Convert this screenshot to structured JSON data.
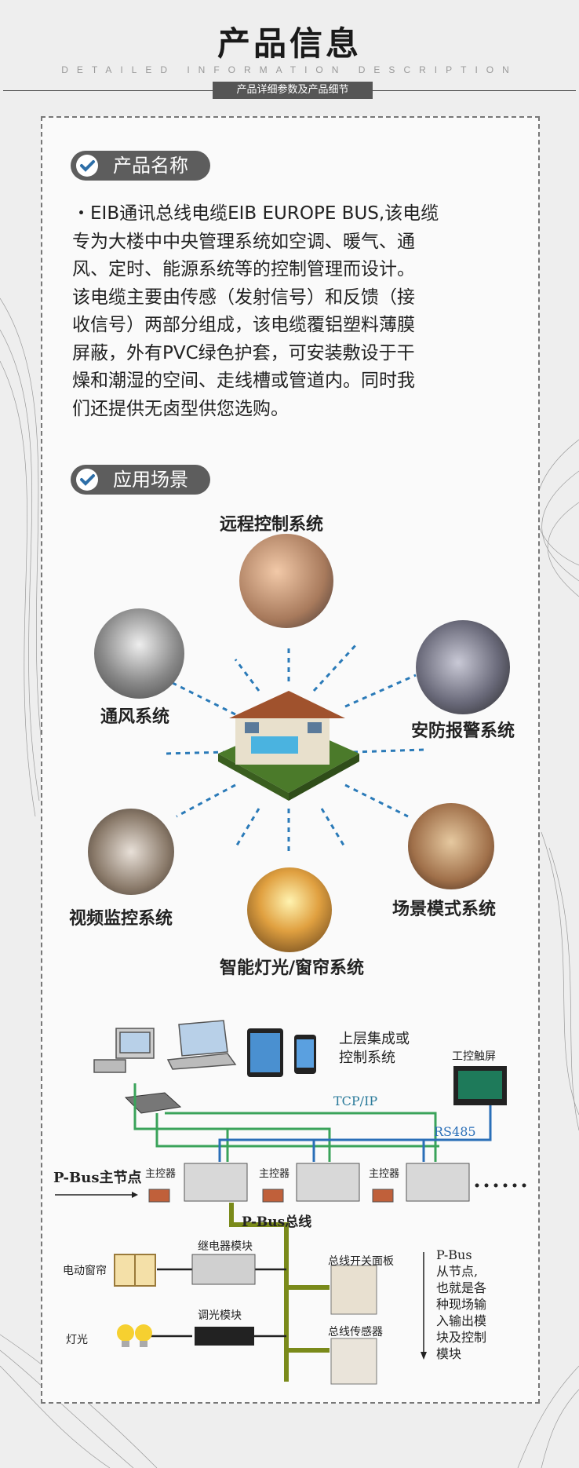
{
  "header": {
    "title": "产品信息",
    "subtitle": "DETAILED INFORMATION DESCRIPTION",
    "tagline": "产品详细参数及产品细节"
  },
  "section1": {
    "heading": "产品名称",
    "paragraph_lines": [
      "・EIB通讯总线电缆EIB EUROPE BUS,该电缆",
      "专为大楼中中央管理系统如空调、暖气、通",
      "风、定时、能源系统等的控制管理而设计。",
      "该电缆主要由传感（发射信号）和反馈（接",
      "收信号）两部分组成，该电缆覆铝塑料薄膜",
      "屏蔽，外有PVC绿色护套，可安装敷设于干",
      "燥和潮湿的空间、走线槽或管道内。同时我",
      "们还提供无卤型供您选购。"
    ]
  },
  "section2": {
    "heading": "应用场景",
    "apps": {
      "remote": "远程控制系统",
      "ventilation": "通风系统",
      "security": "安防报警系统",
      "video": "视频监控系统",
      "scene": "场景模式系统",
      "lighting": "智能灯光/窗帘系统"
    }
  },
  "network": {
    "upper": "上层集成或\n控制系统",
    "touchscreen": "工控触屏",
    "tcpip": "TCP/IP",
    "rs485": "RS485",
    "pbus_master": "P-Bus主节点",
    "controller": "主控器",
    "pbus_line": "P-Bus总线",
    "relay": "继电器模块",
    "dimmer": "调光模块",
    "switch_panel": "总线开关面板",
    "sensor": "总线传感器",
    "curtain": "电动窗帘",
    "light": "灯光",
    "slave_title": "P-Bus",
    "slave_lines": [
      "从节点,",
      "也就是各",
      "种现场输",
      "入输出模",
      "块及控制",
      "模块"
    ]
  },
  "colors": {
    "pill_bg": "#5d5d5d",
    "dotted_line": "#2a7ab8",
    "green_bus": "#3aa35a",
    "blue_bus": "#2a6fb8",
    "olive_bus": "#7a8a1a"
  }
}
